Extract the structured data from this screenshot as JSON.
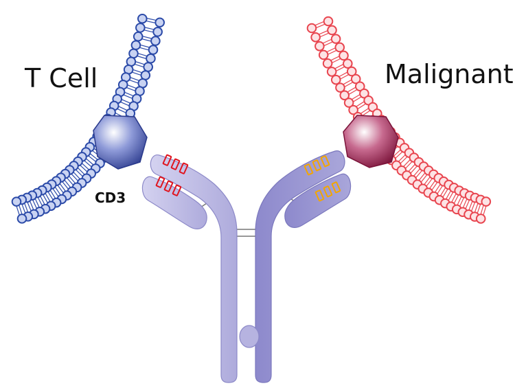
{
  "labels": {
    "t_cell": "T Cell",
    "malignant": "Malignant",
    "cd3": "CD3"
  },
  "colors": {
    "t_cell_membrane": "#2b4aa8",
    "t_cell_bead_fill": "#c9d3f2",
    "t_cell_receptor": "#3c4ea6",
    "malignant_membrane": "#e8454f",
    "malignant_bead_fill": "#fde3e5",
    "malignant_receptor": "#9a1d4a",
    "antibody_light": "#c3c1e6",
    "antibody_dark": "#8f8ccc",
    "antibody_outline": "#7b78bd",
    "cd3_binding_stripes": "#e0141e",
    "tumor_binding_stripes": "#f3a600",
    "linker": "#777777"
  }
}
